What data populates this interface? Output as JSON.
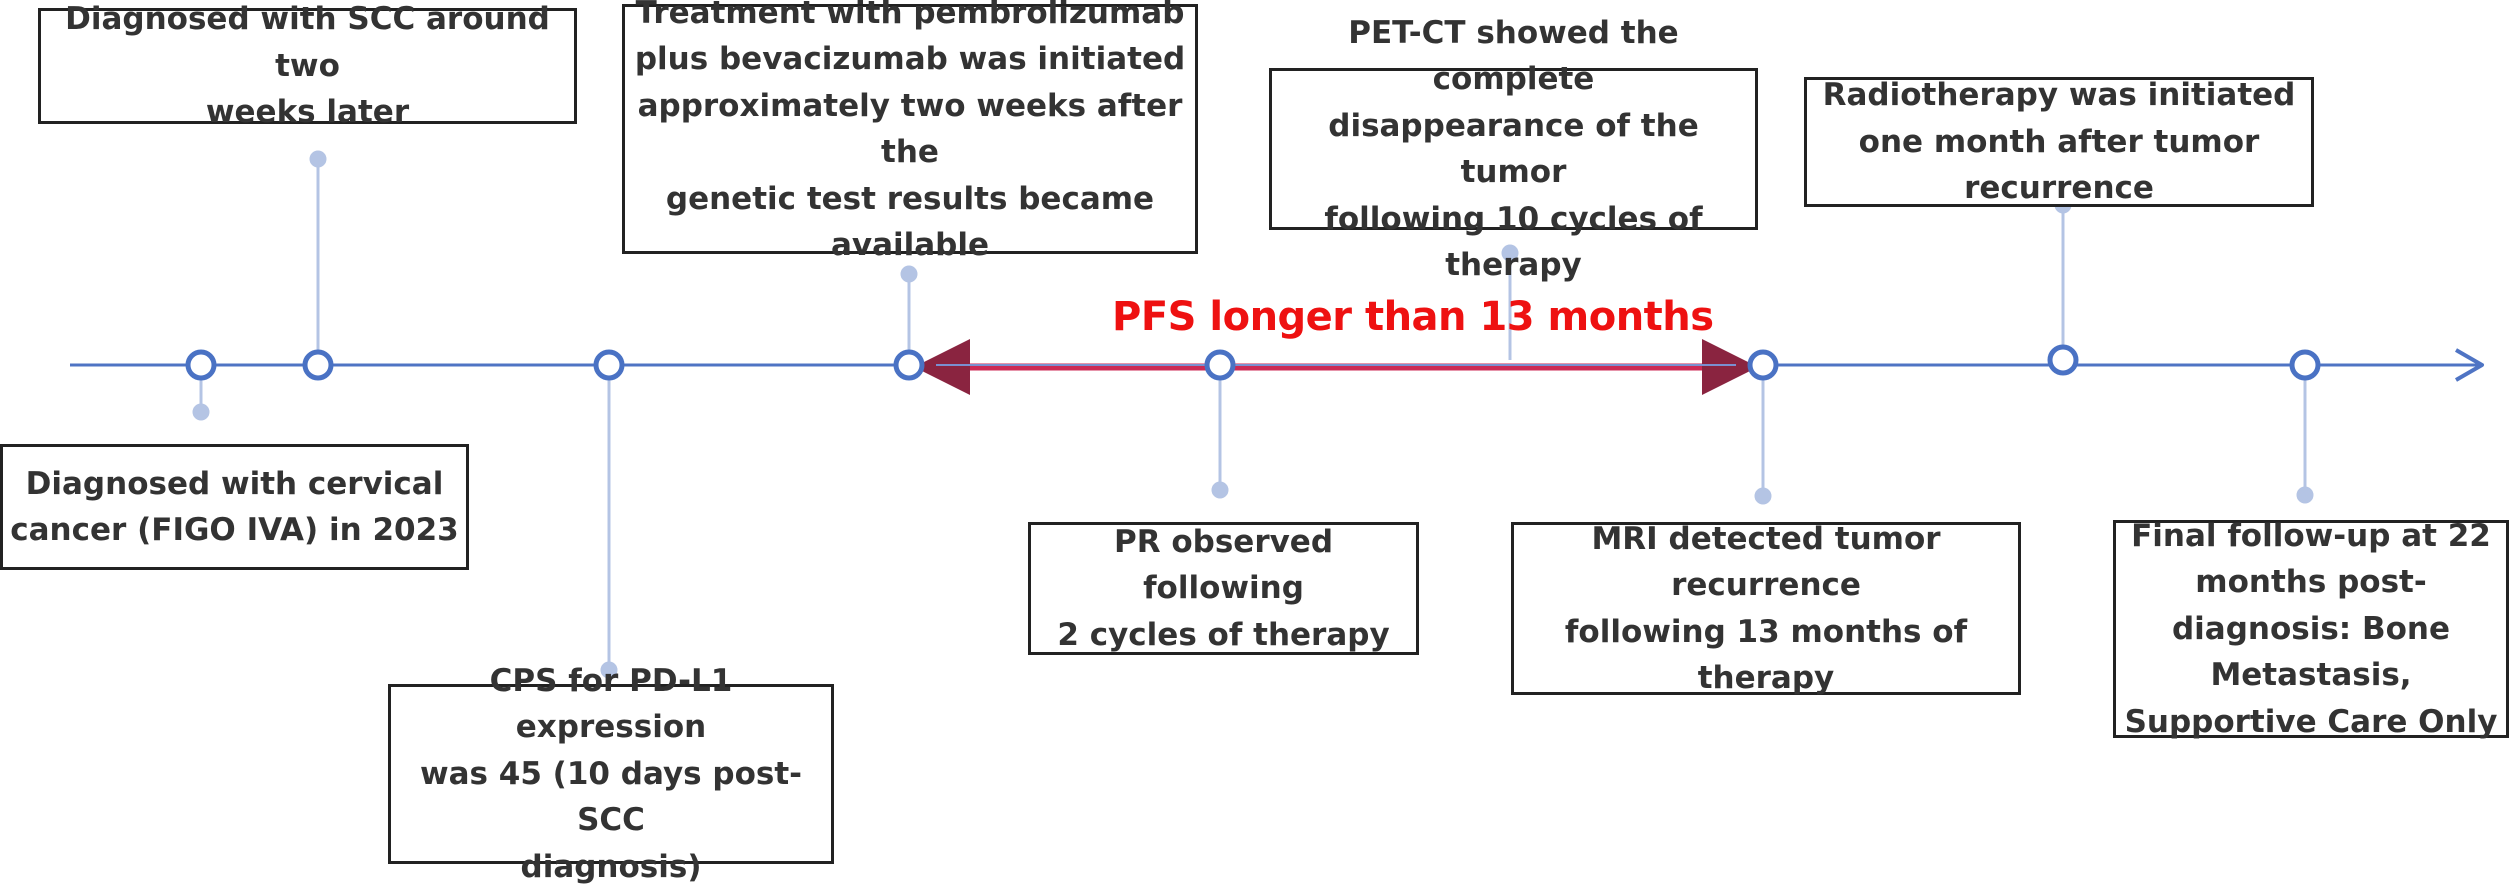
{
  "colors": {
    "axis": "#4f74c4",
    "node": "#4a72c4",
    "connector": "#b4c4e4",
    "pfs_text": "#ee1111",
    "pfs_arrow": "#cc2a55"
  },
  "pfs_label": "PFS longer than 13 months",
  "events": [
    {
      "id": "scc",
      "text": "Diagnosed with SCC around two\nweeks later"
    },
    {
      "id": "treatment",
      "text": "Treatment with pembrolizumab\nplus bevacizumab was initiated\napproximately two weeks  after the\ngenetic test results became\navailable"
    },
    {
      "id": "petct",
      "text": "PET-CT showed the complete\ndisappearance of the tumor\nfollowing 10 cycles of therapy"
    },
    {
      "id": "radiotherapy",
      "text": "Radiotherapy was initiated\none month after tumor\nrecurrence"
    },
    {
      "id": "cervical",
      "text": "Diagnosed with cervical\ncancer (FIGO IVA) in 2023"
    },
    {
      "id": "cps",
      "text": "CPS for PD-L1 expression\nwas 45 (10 days post-SCC\ndiagnosis)"
    },
    {
      "id": "pr",
      "text": "PR observed following\n2 cycles of therapy"
    },
    {
      "id": "mri",
      "text": "MRI detected tumor recurrence\nfollowing 13 months of\ntherapy"
    },
    {
      "id": "final",
      "text": "Final follow-up at 22\nmonths post-\ndiagnosis: Bone\nMetastasis,\nSupportive Care Only"
    }
  ]
}
